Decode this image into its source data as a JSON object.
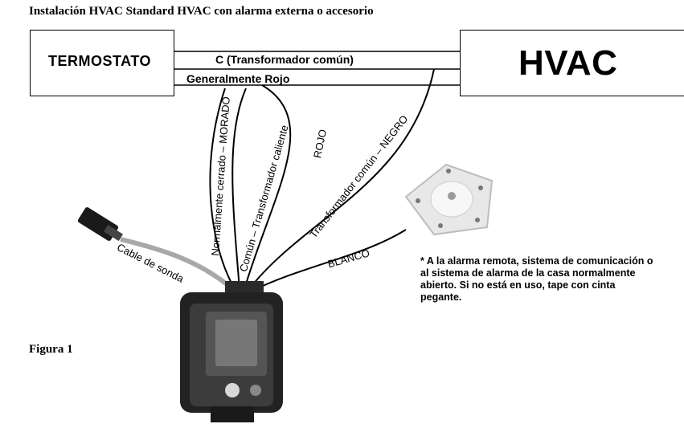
{
  "title": "Instalación HVAC Standard HVAC con alarma externa o accesorio",
  "thermostat_label": "TERMOSTATO",
  "hvac_label": "HVAC",
  "wire_c_label": "C (Transformador común)",
  "wire_red_label": "Generalmente Rojo",
  "wires": {
    "purple": "Normalmente cerrado – MORADO",
    "common_hot": "Común – Transformador caliente",
    "red": "ROJO",
    "black": "Transformador común – NEGRO",
    "probe": "Cable de sonda",
    "white": "BLANCO"
  },
  "note": "* A la alarma remota, sistema de comunicación o al sistema de alarma de la casa normalmente abierto. Si no está en uso, tape con cinta pegante.",
  "figure_label": "Figura 1"
}
